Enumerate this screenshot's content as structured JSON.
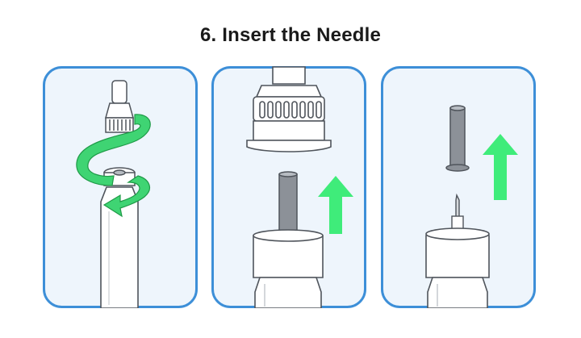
{
  "title": "6. Insert the Needle",
  "colors": {
    "panel_border": "#3d8fd8",
    "panel_fill": "#eef5fc",
    "arrow": "#3fec7a",
    "ribbon": "#2ec25e",
    "metal": "#8c9198",
    "outline": "#4f545b"
  },
  "panels": [
    {
      "name": "twist-cap-off",
      "icons": [
        "pen-body",
        "pen-cap",
        "rotate-ribbon-icon"
      ]
    },
    {
      "name": "attach-needle",
      "icons": [
        "outer-needle-cap",
        "pen-needle-cartridge",
        "up-arrow-icon"
      ]
    },
    {
      "name": "remove-inner-cap",
      "icons": [
        "inner-needle-cap",
        "exposed-needle",
        "up-arrow-icon"
      ]
    }
  ]
}
